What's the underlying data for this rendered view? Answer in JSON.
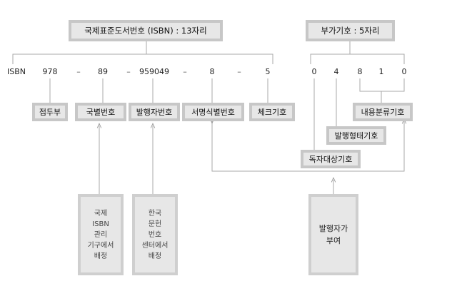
{
  "headers": {
    "isbn_title": "국제표준도서번호 (ISBN) : 13자리",
    "addon_title": "부가기호 : 5자리"
  },
  "isbn": {
    "prefix": "ISBN",
    "segments": [
      "978",
      "89",
      "959049",
      "8",
      "5"
    ],
    "separator": "–"
  },
  "addon": {
    "digits": [
      "0",
      "4",
      "8",
      "1",
      "0"
    ]
  },
  "labels": {
    "prefix_element": "접두부",
    "group_id": "국별번호",
    "publisher_id": "발행자번호",
    "title_id": "서명식별번호",
    "check_digit": "체크기호",
    "content_class": "내용분류기호",
    "publication_form": "발행형태기호",
    "reader_target": "독자대상기호"
  },
  "assigners": {
    "international": [
      "국제",
      "ISBN",
      "관리",
      "기구에서",
      "배정"
    ],
    "korea_center": [
      "한국",
      "문헌",
      "번호",
      "센터에서",
      "배정"
    ],
    "publisher": [
      "발행자가",
      "부여"
    ]
  }
}
